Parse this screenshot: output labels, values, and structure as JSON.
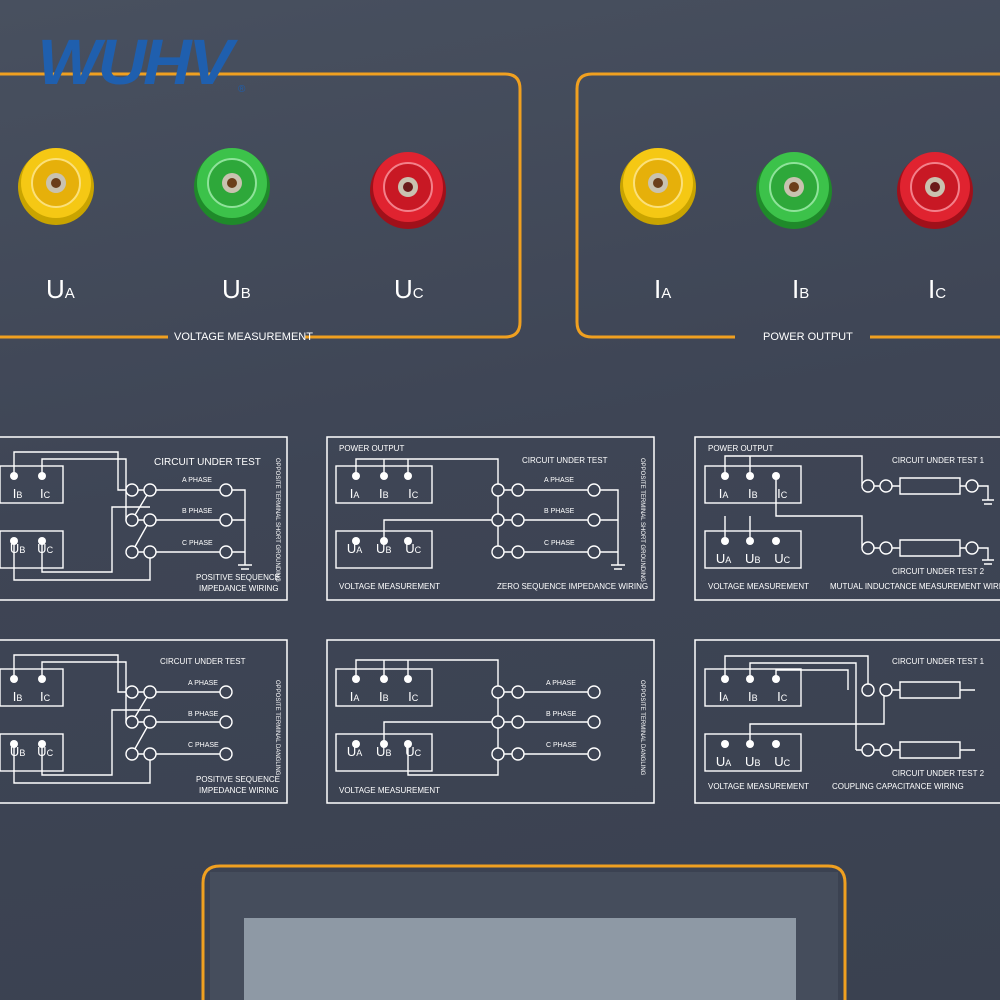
{
  "brand": {
    "logo_text": "WUHV",
    "registered": "®",
    "color_blue": "#1f5fae",
    "color_red": "#e2271d"
  },
  "colors": {
    "panel": "#3e4555",
    "frame_orange": "#f0a020",
    "line_white": "#ffffff",
    "screen": "#8e99a5"
  },
  "voltage_group": {
    "caption": "VOLTAGE MEASUREMENT",
    "terminals": [
      {
        "main": "U",
        "sub": "A",
        "color": "yellow"
      },
      {
        "main": "U",
        "sub": "B",
        "color": "green"
      },
      {
        "main": "U",
        "sub": "C",
        "color": "red"
      }
    ]
  },
  "power_group": {
    "caption": "POWER OUTPUT",
    "terminals": [
      {
        "main": "I",
        "sub": "A",
        "color": "yellow"
      },
      {
        "main": "I",
        "sub": "B",
        "color": "green"
      },
      {
        "main": "I",
        "sub": "C",
        "color": "red"
      }
    ]
  },
  "diagrams": {
    "d1": {
      "title": "CIRCUIT UNDER TEST",
      "phase_a": "A PHASE",
      "phase_b": "B PHASE",
      "phase_c": "C PHASE",
      "vertical": "OPPOSITE TERMINAL SHORT GROUNDING",
      "caption_1": "POSITIVE SEQUENCE",
      "caption_2": "IMPEDANCE WIRING",
      "top_labels": [
        "I",
        "I"
      ],
      "top_subs": [
        "B",
        "C"
      ],
      "bot_labels": [
        "U",
        "U"
      ],
      "bot_subs": [
        "B",
        "C"
      ]
    },
    "d2": {
      "header": "POWER OUTPUT",
      "title": "CIRCUIT UNDER TEST",
      "phase_a": "A PHASE",
      "phase_b": "B PHASE",
      "phase_c": "C PHASE",
      "vertical": "OPPOSITE TERMINAL SHORT GROUNDING",
      "caption_left": "VOLTAGE MEASUREMENT",
      "caption_right": "ZERO SEQUENCE IMPEDANCE WIRING",
      "top_labels": [
        "I",
        "I",
        "I"
      ],
      "top_subs": [
        "A",
        "B",
        "C"
      ],
      "bot_labels": [
        "U",
        "U",
        "U"
      ],
      "bot_subs": [
        "A",
        "B",
        "C"
      ]
    },
    "d3": {
      "header": "POWER OUTPUT",
      "title_1": "CIRCUIT UNDER TEST 1",
      "title_2": "CIRCUIT UNDER TEST 2",
      "caption_left": "VOLTAGE MEASUREMENT",
      "caption_right": "MUTUAL INDUCTANCE MEASUREMENT WIRING",
      "top_labels": [
        "I",
        "I",
        "I"
      ],
      "top_subs": [
        "A",
        "B",
        "C"
      ],
      "bot_labels": [
        "U",
        "U",
        "U"
      ],
      "bot_subs": [
        "A",
        "B",
        "C"
      ]
    },
    "d4": {
      "title": "CIRCUIT UNDER TEST",
      "phase_a": "A PHASE",
      "phase_b": "B PHASE",
      "phase_c": "C PHASE",
      "vertical": "OPPOSITE TERMINAL DANGLING",
      "caption_1": "POSITIVE SEQUENCE",
      "caption_2": "IMPEDANCE WIRING",
      "top_labels": [
        "I",
        "I"
      ],
      "top_subs": [
        "B",
        "C"
      ],
      "bot_labels": [
        "U",
        "U"
      ],
      "bot_subs": [
        "B",
        "C"
      ]
    },
    "d5": {
      "phase_a": "A PHASE",
      "phase_b": "B PHASE",
      "phase_c": "C PHASE",
      "vertical": "OPPOSITE TERMINAL DANGLING",
      "caption_left": "VOLTAGE MEASUREMENT",
      "top_labels": [
        "I",
        "I",
        "I"
      ],
      "top_subs": [
        "A",
        "B",
        "C"
      ],
      "bot_labels": [
        "U",
        "U",
        "U"
      ],
      "bot_subs": [
        "A",
        "B",
        "C"
      ]
    },
    "d6": {
      "title_1": "CIRCUIT UNDER TEST 1",
      "title_2": "CIRCUIT UNDER TEST 2",
      "caption_left": "VOLTAGE MEASUREMENT",
      "caption_right": "COUPLING CAPACITANCE WIRING",
      "top_labels": [
        "I",
        "I",
        "I"
      ],
      "top_subs": [
        "A",
        "B",
        "C"
      ],
      "bot_labels": [
        "U",
        "U",
        "U"
      ],
      "bot_subs": [
        "A",
        "B",
        "C"
      ]
    }
  }
}
